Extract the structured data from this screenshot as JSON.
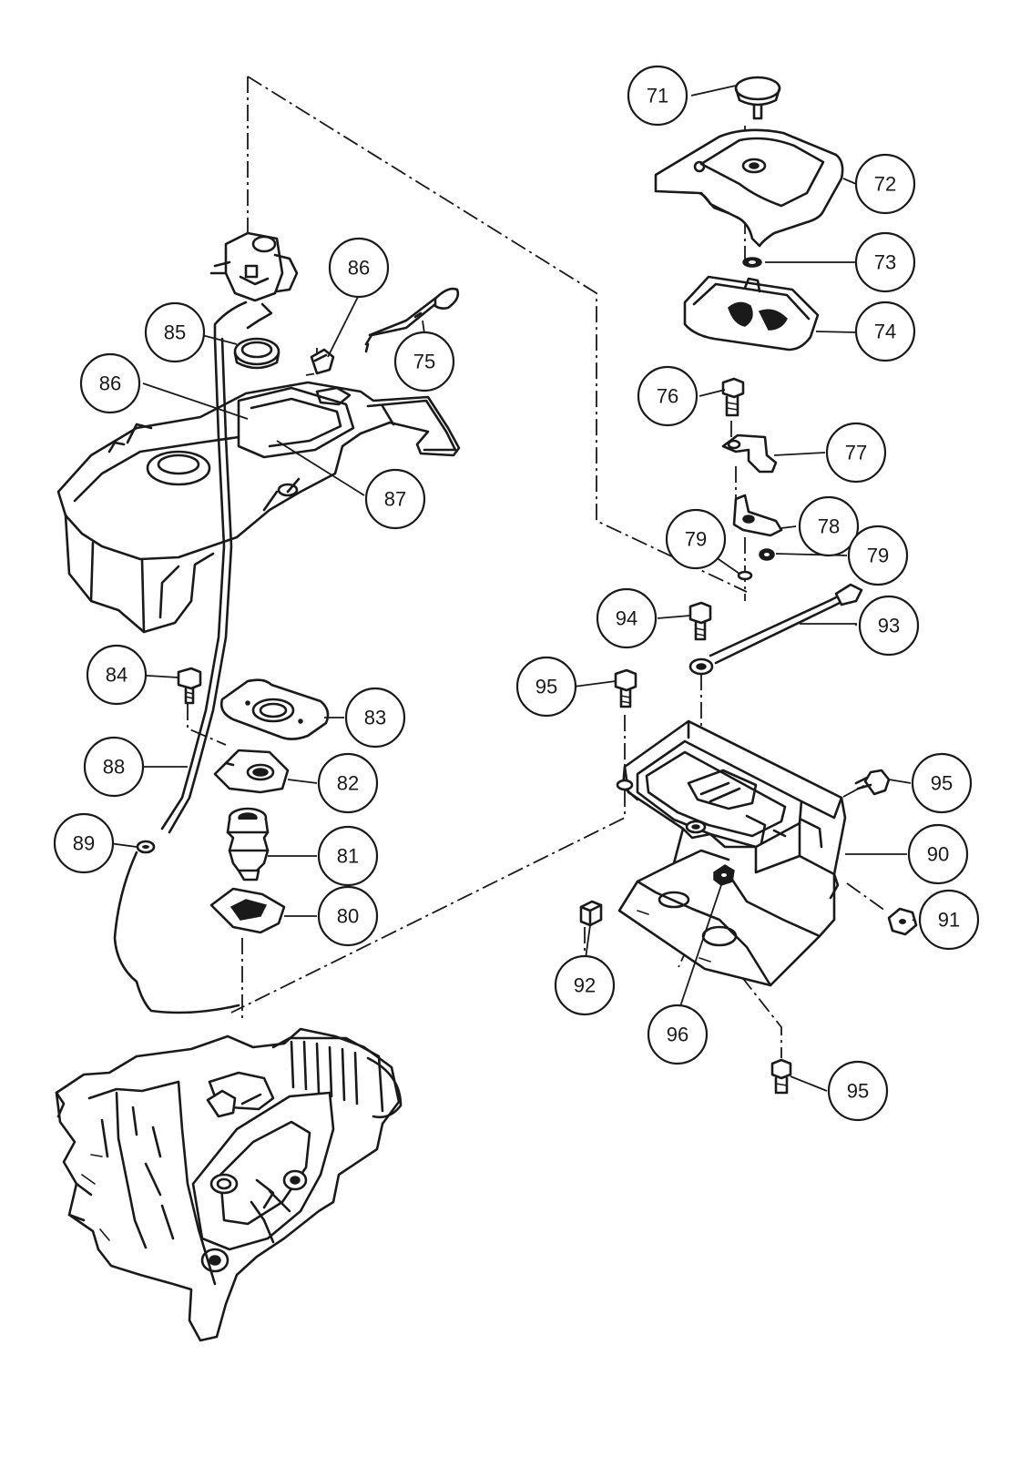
{
  "callouts": [
    {
      "id": "c71",
      "label": "71"
    },
    {
      "id": "c72",
      "label": "72"
    },
    {
      "id": "c73",
      "label": "73"
    },
    {
      "id": "c74",
      "label": "74"
    },
    {
      "id": "c75",
      "label": "75"
    },
    {
      "id": "c76",
      "label": "76"
    },
    {
      "id": "c77",
      "label": "77"
    },
    {
      "id": "c78",
      "label": "78"
    },
    {
      "id": "c79a",
      "label": "79"
    },
    {
      "id": "c79b",
      "label": "79"
    },
    {
      "id": "c80",
      "label": "80"
    },
    {
      "id": "c81",
      "label": "81"
    },
    {
      "id": "c82",
      "label": "82"
    },
    {
      "id": "c83",
      "label": "83"
    },
    {
      "id": "c84",
      "label": "84"
    },
    {
      "id": "c85",
      "label": "85"
    },
    {
      "id": "c86a",
      "label": "86"
    },
    {
      "id": "c86b",
      "label": "86"
    },
    {
      "id": "c87",
      "label": "87"
    },
    {
      "id": "c88",
      "label": "88"
    },
    {
      "id": "c89",
      "label": "89"
    },
    {
      "id": "c90",
      "label": "90"
    },
    {
      "id": "c91",
      "label": "91"
    },
    {
      "id": "c92",
      "label": "92"
    },
    {
      "id": "c93",
      "label": "93"
    },
    {
      "id": "c94",
      "label": "94"
    },
    {
      "id": "c95a",
      "label": "95"
    },
    {
      "id": "c95b",
      "label": "95"
    },
    {
      "id": "c95c",
      "label": "95"
    },
    {
      "id": "c96",
      "label": "96"
    }
  ]
}
